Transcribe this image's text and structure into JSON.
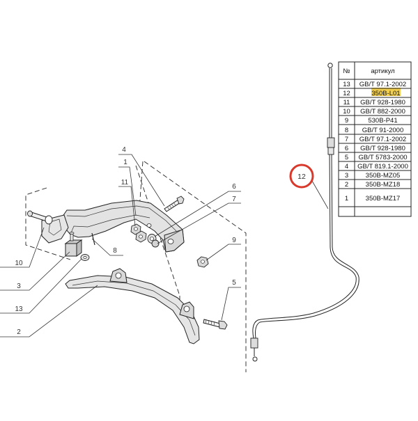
{
  "table": {
    "header_no": "№",
    "header_article": "артикул",
    "rows": [
      {
        "no": "13",
        "article": "GB/T 97.1-2002"
      },
      {
        "no": "12",
        "article": "350B-L01"
      },
      {
        "no": "11",
        "article": "GB/T 928-1980"
      },
      {
        "no": "10",
        "article": "GB/T 882-2000"
      },
      {
        "no": "9",
        "article": "530B-P41"
      },
      {
        "no": "8",
        "article": "GB/T 91-2000"
      },
      {
        "no": "7",
        "article": "GB/T 97.1-2002"
      },
      {
        "no": "6",
        "article": "GB/T 928-1980"
      },
      {
        "no": "5",
        "article": "GB/T 5783-2000"
      },
      {
        "no": "4",
        "article": "GB/T 819.1-2000"
      },
      {
        "no": "3",
        "article": "350B-MZ05"
      },
      {
        "no": "2",
        "article": "350B-MZ18"
      },
      {
        "no": "1",
        "article": "350B-MZ17"
      }
    ],
    "highlight_color": "#f3cf4e"
  },
  "callouts": {
    "c1": "1",
    "c2": "2",
    "c3": "3",
    "c4": "4",
    "c5": "5",
    "c6": "6",
    "c7": "7",
    "c8": "8",
    "c9": "9",
    "c10": "10",
    "c11": "11",
    "c12": "12",
    "c13": "13"
  },
  "highlight": {
    "circle_color": "#d8392b"
  }
}
